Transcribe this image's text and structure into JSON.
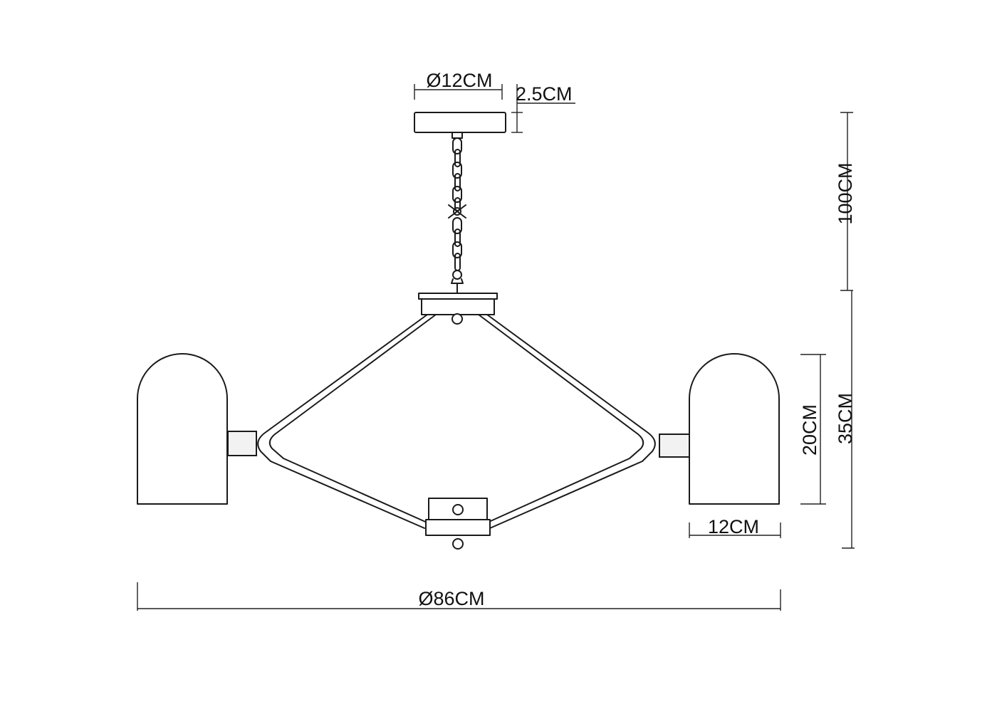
{
  "dimensions": {
    "canopy_diameter": "Ø12CM",
    "canopy_height": "2.5CM",
    "chain_length": "100CM",
    "body_height": "35CM",
    "shade_height": "20CM",
    "shade_width": "12CM",
    "overall_diameter": "Ø86CM"
  },
  "colors": {
    "line": "#1a1a1a",
    "background": "#ffffff"
  }
}
